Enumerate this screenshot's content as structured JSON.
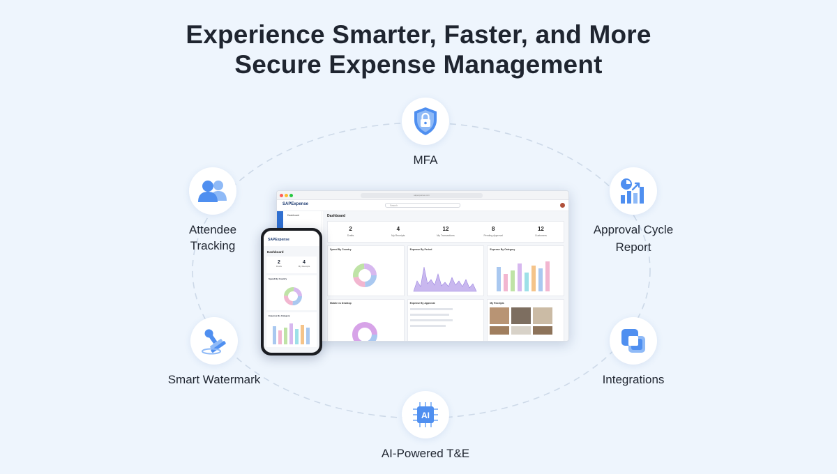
{
  "headline": {
    "line1": "Experience Smarter, Faster, and More",
    "line2": "Secure Expense Management"
  },
  "features": [
    {
      "id": "mfa",
      "label": "MFA",
      "icon": "shield-lock-icon"
    },
    {
      "id": "approval",
      "label_line1": "Approval Cycle",
      "label_line2": "Report",
      "icon": "bar-chart-icon"
    },
    {
      "id": "integrations",
      "label": "Integrations",
      "icon": "integrations-icon"
    },
    {
      "id": "ai",
      "label": "AI-Powered T&E",
      "icon": "ai-chip-icon"
    },
    {
      "id": "watermark",
      "label": "Smart Watermark",
      "icon": "stamp-icon"
    },
    {
      "id": "attendee",
      "label_line1": "Attendee",
      "label_line2": "Tracking",
      "icon": "users-icon"
    }
  ],
  "desktop": {
    "logo": "SAPExpense",
    "search_placeholder": "Search",
    "url": "sapexpense.com",
    "sidebar_item": "Dashboard",
    "heading": "Dashboard",
    "stats": [
      {
        "value": "2",
        "label": "Drafts"
      },
      {
        "value": "4",
        "label": "My Receipts"
      },
      {
        "value": "12",
        "label": "My Transactions"
      },
      {
        "value": "8",
        "label": "Pending Approval"
      },
      {
        "value": "12",
        "label": "Customers"
      }
    ],
    "cards": [
      "Spend By Country",
      "Expense By Period",
      "Expense By Category",
      "Mobile vs Desktop",
      "Expense By Approval",
      "My Receipts"
    ]
  },
  "mobile": {
    "logo": "SAPExpense",
    "heading": "Dashboard",
    "stats": [
      {
        "value": "2",
        "label": "Drafts"
      },
      {
        "value": "4",
        "label": "My Receipts"
      }
    ],
    "cards": [
      "Spend By Country",
      "Expense By Category"
    ]
  },
  "colors": {
    "background": "#eef5fd",
    "icon_blue": "#4f8ff0",
    "orbit": "#cdd9e8"
  }
}
